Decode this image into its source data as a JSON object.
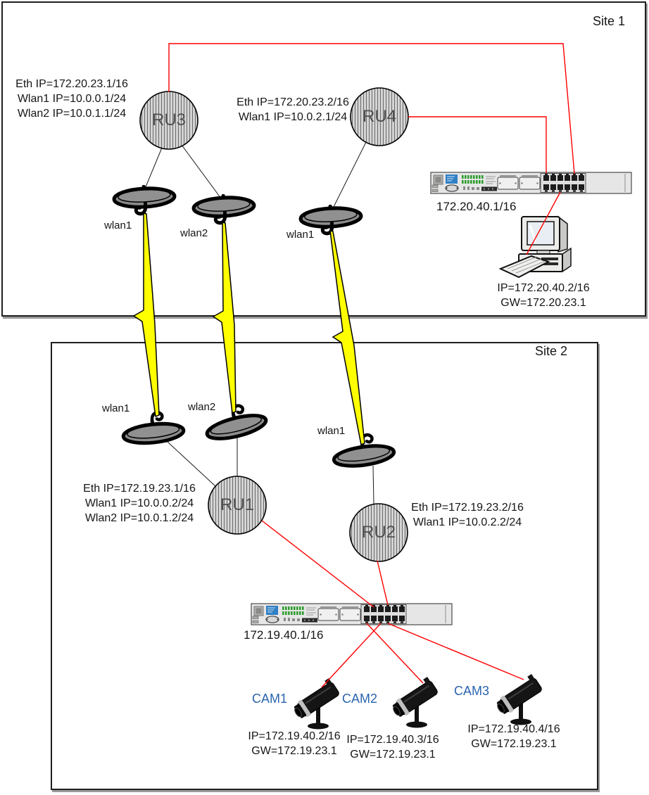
{
  "site1": {
    "label": "Site 1",
    "ru3": {
      "label": "RU3",
      "ip_lines": [
        "Eth IP=172.20.23.1/16",
        "Wlan1 IP=10.0.0.1/24",
        "Wlan2 IP=10.0.1.1/24"
      ]
    },
    "ru4": {
      "label": "RU4",
      "ip_lines": [
        "Eth IP=172.20.23.2/16",
        "Wlan1 IP=10.0.2.1/24"
      ]
    },
    "antennas": [
      {
        "label": "wlan1"
      },
      {
        "label": "wlan2"
      },
      {
        "label": "wlan1"
      }
    ],
    "switch": {
      "ip": "172.20.40.1/16"
    },
    "pc": {
      "ip": "IP=172.20.40.2/16",
      "gw": "GW=172.20.23.1"
    }
  },
  "site2": {
    "label": "Site 2",
    "antennas": [
      {
        "label": "wlan1"
      },
      {
        "label": "wlan2"
      },
      {
        "label": "wlan1"
      }
    ],
    "ru1": {
      "label": "RU1",
      "ip_lines": [
        "Eth IP=172.19.23.1/16",
        "Wlan1 IP=10.0.0.2/24",
        "Wlan2 IP=10.0.1.2/24"
      ]
    },
    "ru2": {
      "label": "RU2",
      "ip_lines": [
        "Eth IP=172.19.23.2/16",
        "Wlan1 IP=10.0.2.2/24"
      ]
    },
    "switch": {
      "ip": "172.19.40.1/16"
    },
    "cameras": [
      {
        "label": "CAM1",
        "ip": "IP=172.19.40.2/16",
        "gw": "GW=172.19.23.1"
      },
      {
        "label": "CAM2",
        "ip": "IP=172.19.40.3/16",
        "gw": "GW=172.19.23.1"
      },
      {
        "label": "CAM3",
        "ip": "IP=172.19.40.4/16",
        "gw": "GW=172.19.23.1"
      }
    ]
  },
  "colors": {
    "ethernet_link": "#ff0000",
    "wireless_link": "#ffff00",
    "camera_label": "#2b64ad",
    "ru_fill": "#d4d4d4"
  }
}
